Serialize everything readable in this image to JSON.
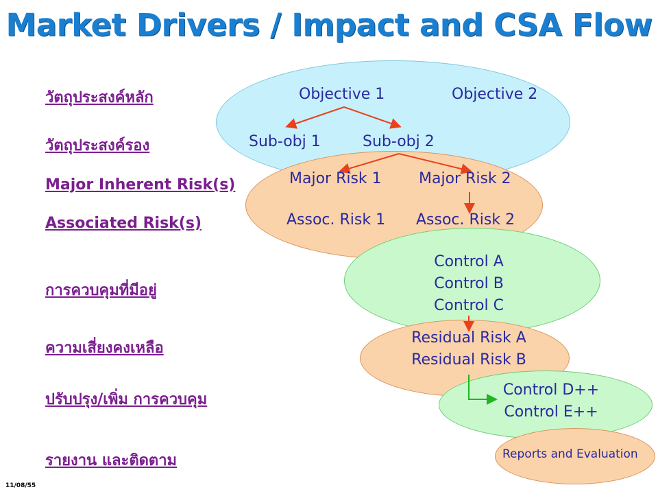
{
  "title": "Market Drivers / Impact and CSA Flow",
  "labels": {
    "main_objective": "วัตถุประสงค์หลัก",
    "sub_objective": "วัตถุประสงค์รอง",
    "major_inherent_risk": "Major Inherent Risk(s)",
    "associated_risk": "Associated Risk(s)",
    "existing_controls": "การควบคุมที่มีอยู่",
    "residual_risk": "ความเสี่ยงคงเหลือ",
    "improve_controls": "ปรับปรุง/เพิ่ม การควบคุม",
    "report_follow": "รายงาน และติดตาม"
  },
  "nodes": {
    "objective_1": "Objective 1",
    "objective_2": "Objective 2",
    "sub_obj_1": "Sub-obj 1",
    "sub_obj_2": "Sub-obj 2",
    "major_risk_1": "Major Risk 1",
    "major_risk_2": "Major Risk 2",
    "assoc_risk_1": "Assoc. Risk 1",
    "assoc_risk_2": "Assoc. Risk 2",
    "controls": [
      "Control A",
      "Control B",
      "Control C"
    ],
    "residual": [
      "Residual Risk A",
      "Residual Risk B"
    ],
    "new_controls": [
      "Control D++",
      "Control E++"
    ],
    "reports": "Reports and Evaluation"
  },
  "colors": {
    "title": "#1a7fd0",
    "label": "#7b1f8f",
    "node_text": "#2a2a9e",
    "objective_fill": "#c6f0fb",
    "risk_fill": "#fbd3aa",
    "control_fill": "#c8f8cc",
    "arrow_red": "#e8421c",
    "arrow_green": "#22b422"
  },
  "footer": {
    "date": "11/08/55"
  }
}
